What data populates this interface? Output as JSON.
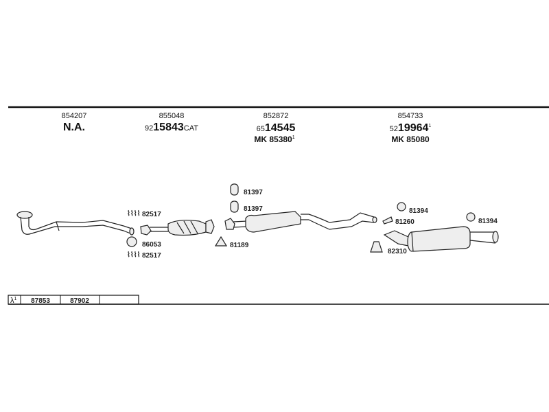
{
  "columns": [
    {
      "ref": "854207",
      "main_prefix": "",
      "main": "N.A.",
      "suffix": "",
      "mk": "",
      "mk_sup": ""
    },
    {
      "ref": "855048",
      "main_prefix": "92",
      "main": "15843",
      "suffix": "CAT",
      "mk": "",
      "mk_sup": ""
    },
    {
      "ref": "852872",
      "main_prefix": "65",
      "main": "14545",
      "suffix": "",
      "mk": "MK 85380",
      "mk_sup": "1"
    },
    {
      "ref": "854733",
      "main_prefix": "52",
      "main": "19964",
      "suffix": "1",
      "mk": "MK 85080",
      "mk_sup": ""
    }
  ],
  "parts": {
    "clamp_spring_1": "82517",
    "gasket_ring": "86053",
    "clamp_spring_2": "82517",
    "rubber_mount_1": "81397",
    "rubber_mount_2": "81397",
    "gasket_triangle": "81189",
    "rubber_mount_3": "81394",
    "clamp_bracket": "81260",
    "u_clamp": "82310",
    "rubber_mount_4": "81394"
  },
  "lambda_table": {
    "symbol": "λ",
    "symbol_sup": "1",
    "cells": [
      "87853",
      "87902",
      ""
    ]
  }
}
